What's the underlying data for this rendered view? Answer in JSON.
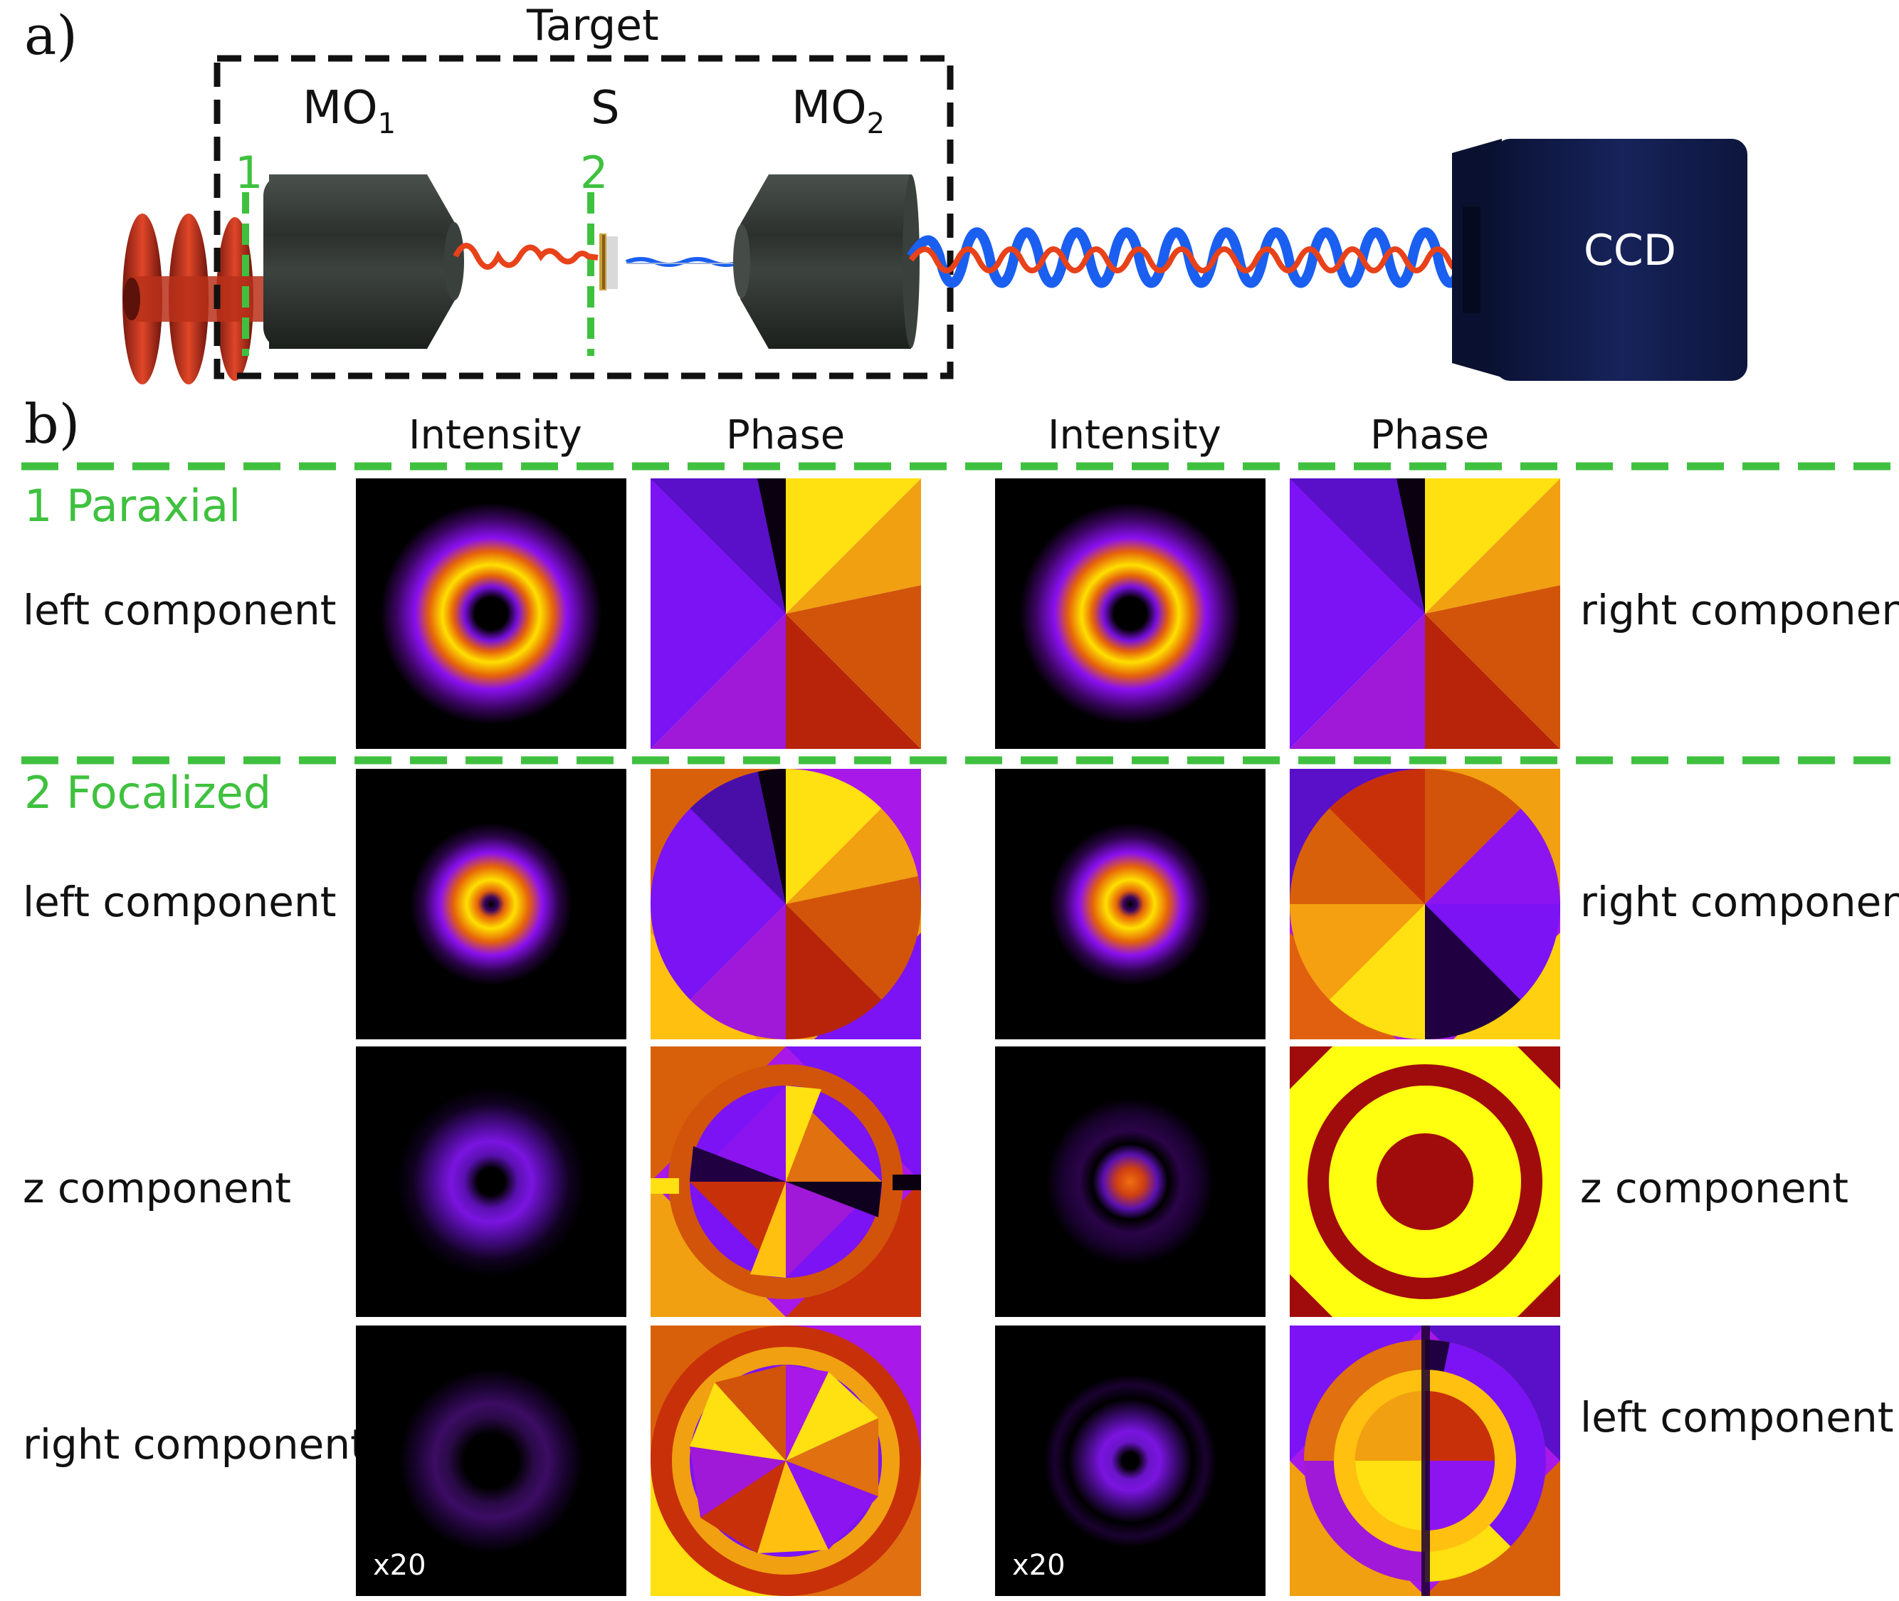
{
  "panel_a": {
    "label": "a)",
    "target_label": "Target",
    "mo1": "MO",
    "mo1_sub": "1",
    "s": "S",
    "mo2": "MO",
    "mo2_sub": "2",
    "plane1": "1",
    "plane2": "2",
    "ccd": "CCD"
  },
  "panel_b": {
    "label": "b)",
    "headers": [
      "Intensity",
      "Phase",
      "Intensity",
      "Phase"
    ],
    "sections": {
      "paraxial": "1 Paraxial",
      "focalized": "2 Focalized"
    },
    "rows": [
      {
        "left": "left component",
        "right": "right component"
      },
      {
        "left": "left component",
        "right": "right component"
      },
      {
        "left": "z component",
        "right": "z component"
      },
      {
        "left": "right component",
        "right": "left component"
      }
    ],
    "multiplier": "x20"
  },
  "colors": {
    "accent_green": "#3fc13f",
    "ccd_blue": "#0f1a4a",
    "objective_gray": "#2f3531",
    "wave_red": "#e8421a",
    "wave_blue": "#1a5ff0"
  }
}
